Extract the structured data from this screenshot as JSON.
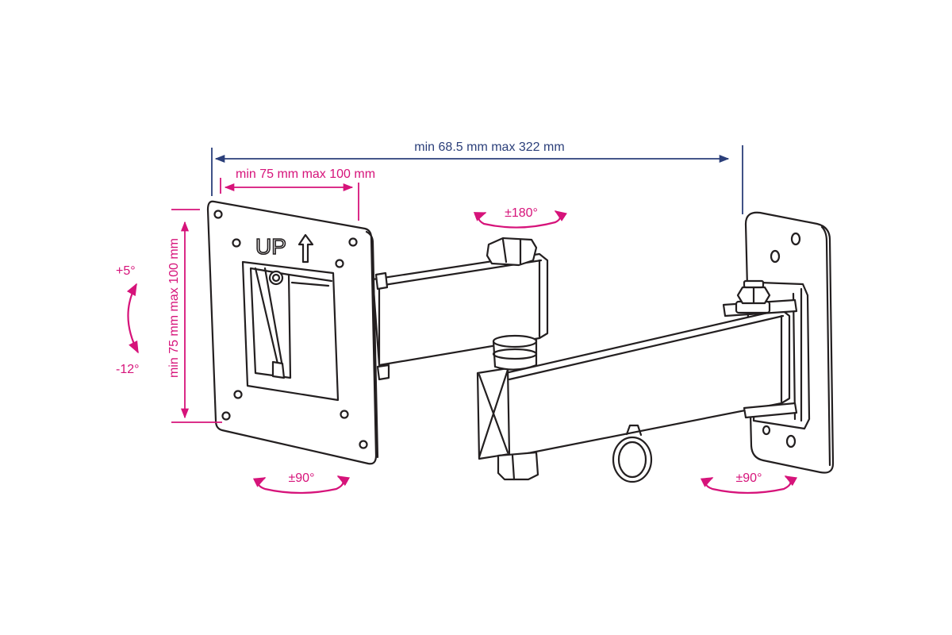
{
  "colors": {
    "blue_dimension": "#2b3f7a",
    "magenta_dimension": "#d6137a",
    "line_art": "#231f20",
    "background": "#ffffff"
  },
  "dimensions": {
    "total_reach": "min 68.5 mm max 322 mm",
    "vesa_horizontal": "min 75 mm max 100 mm",
    "vesa_vertical": "min 75 mm max 100 mm"
  },
  "rotations": {
    "arm_swivel": "±180°",
    "tilt_up": "+5°",
    "tilt_down": "-12°",
    "plate_rotation": "±90°",
    "wall_rotation": "±90°"
  },
  "markings": {
    "up_text": "UP"
  }
}
